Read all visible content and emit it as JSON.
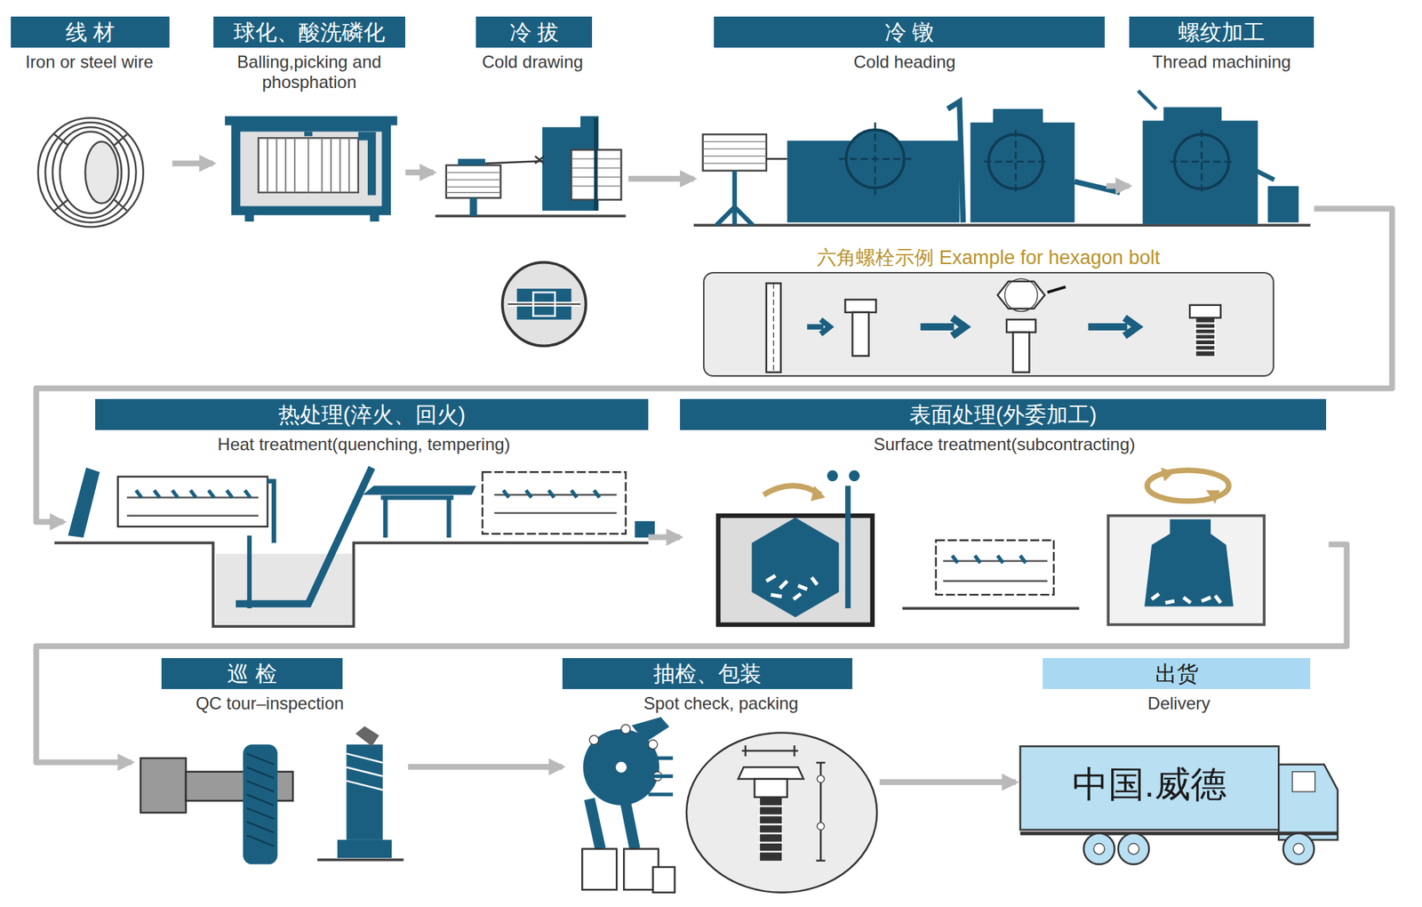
{
  "diagram": {
    "nodes": [
      {
        "text": [
          "线 材",
          "Iron or steel wire"
        ]
      },
      {
        "text": [
          "球化、酸洗磷化",
          "Balling,picking and phosphation"
        ]
      },
      {
        "text": [
          "冷 拔",
          "Cold drawing"
        ]
      },
      {
        "text": [
          "冷 镦",
          "Cold heading"
        ]
      },
      {
        "text": [
          "螺纹加工",
          "Thread machining"
        ]
      },
      {
        "text": [
          "六角螺栓示例 Example for hexagon bolt"
        ]
      },
      {
        "text": [
          "热处理(淬火、回火)",
          "Heat treatment(quenching, tempering)"
        ]
      },
      {
        "text": [
          "表面处理(外委加工)",
          "Surface treatment(subcontracting)"
        ]
      },
      {
        "text": [
          "巡 检",
          "QC tour–inspection"
        ]
      },
      {
        "text": [
          "抽检、包装",
          "Spot check, packing"
        ]
      },
      {
        "text": [
          "出货",
          "Delivery"
        ]
      }
    ],
    "edges": [
      {
        "from": 0,
        "to": 1,
        "arrow": "to"
      },
      {
        "from": 1,
        "to": 2,
        "arrow": "to"
      },
      {
        "from": 2,
        "to": 3,
        "arrow": "to"
      },
      {
        "from": 3,
        "to": 4,
        "arrow": "to"
      },
      {
        "from": 4,
        "to": 6,
        "arrow": "to"
      },
      {
        "from": 6,
        "to": 7,
        "arrow": "to"
      },
      {
        "from": 7,
        "to": 8,
        "arrow": "to"
      },
      {
        "from": 8,
        "to": 9,
        "arrow": "to"
      },
      {
        "from": 9,
        "to": 10,
        "arrow": "to"
      }
    ],
    "labels": [
      "中国.威德"
    ]
  }
}
